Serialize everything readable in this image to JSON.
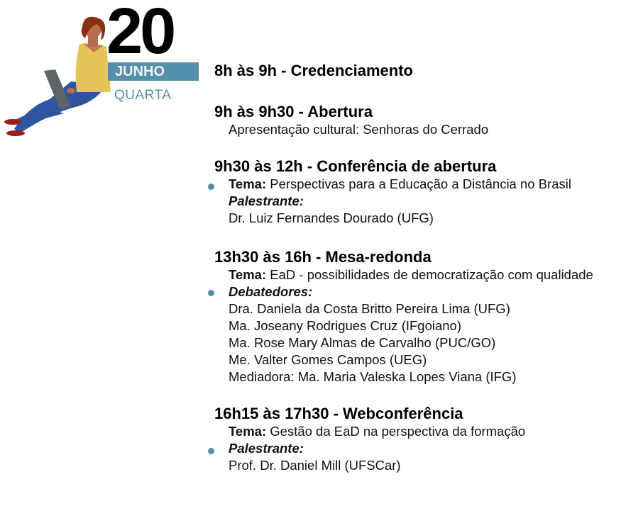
{
  "header": {
    "day": "20",
    "month": "JUNHO",
    "weekday": "QUARTA",
    "accent": "#5590aa"
  },
  "schedule": [
    {
      "title": "8h às 9h - Credenciamento"
    },
    {
      "title": "9h às 9h30 - Abertura",
      "lines": [
        "Apresentação cultural: Senhoras do Cerrado"
      ]
    },
    {
      "title": "9h30 às 12h - Conferência de abertura",
      "tema_label": "Tema:",
      "tema": "Perspectivas para a Educação a Distância no Brasil",
      "role": "Palestrante:",
      "people": [
        "Dr. Luiz Fernandes Dourado (UFG)"
      ]
    },
    {
      "title": "13h30 às 16h - Mesa-redonda",
      "tema_label": "Tema:",
      "tema": "EaD - possibilidades de democratização com qualidade",
      "role": "Debatedores:",
      "people": [
        "Dra. Daniela da Costa Britto Pereira Lima (UFG)",
        "Ma. Joseany Rodrigues Cruz (IFgoiano)",
        "Ma. Rose Mary Almas de Carvalho (PUC/GO)",
        "Me. Valter Gomes Campos (UEG)",
        "Mediadora: Ma. Maria Valeska Lopes Viana (IFG)"
      ]
    },
    {
      "title": "16h15 às 17h30 - Webconferência",
      "tema_label": "Tema:",
      "tema": "Gestão da EaD na perspectiva da formação",
      "role": "Palestrante:",
      "people": [
        "Prof. Dr. Daniel Mill (UFSCar)"
      ]
    }
  ]
}
